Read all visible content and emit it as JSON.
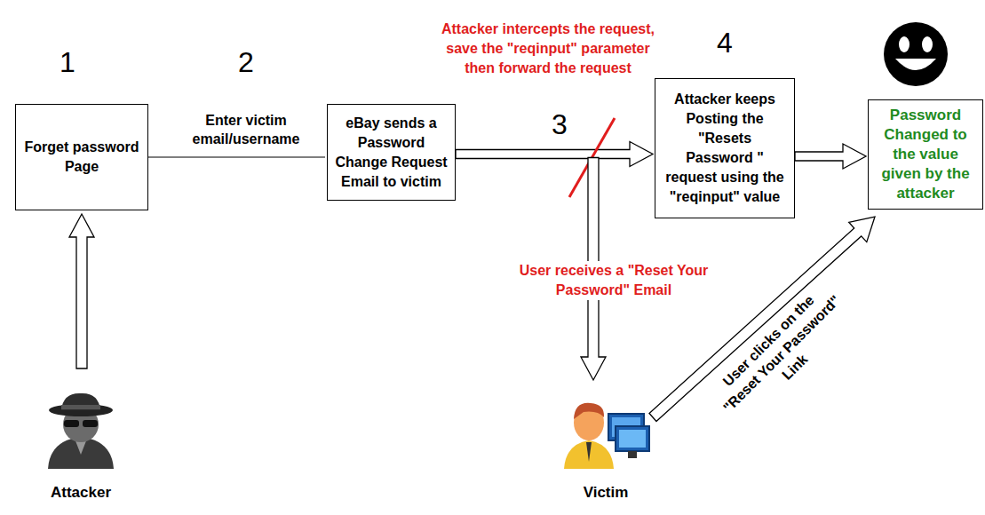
{
  "diagram": {
    "nodes": [
      {
        "text": [
          "Forget password Page"
        ]
      },
      {
        "text": [
          "eBay sends a Password Change Request Email to victim"
        ]
      },
      {
        "text": [
          "Attacker keeps Posting the \"Resets Password \" request using the \"reqinput\" value"
        ]
      },
      {
        "text": [
          "Password Changed to the value given by the attacker"
        ]
      },
      {
        "text": [
          "Attacker"
        ]
      },
      {
        "text": [
          "Victim"
        ]
      }
    ],
    "edges": [
      {
        "from": 4,
        "to": 0,
        "arrow": "to"
      },
      {
        "from": 0,
        "to": 1,
        "label": "Enter victim email/username",
        "arrow": "none"
      },
      {
        "from": 1,
        "to": 2,
        "arrow": "to"
      },
      {
        "from": 2,
        "to": 3,
        "arrow": "to"
      },
      {
        "from": 1,
        "to": 5,
        "label": "User receives a \"Reset Your Password\" Email",
        "arrow": "to"
      },
      {
        "from": 5,
        "to": 3,
        "label": "User clicks on the \"Reset Your Password\" Link",
        "arrow": "to"
      }
    ],
    "labels": [
      "1",
      "2",
      "Attacker intercepts the request, save the \"reqinput\" parameter then forward the request",
      "4",
      "3"
    ]
  }
}
